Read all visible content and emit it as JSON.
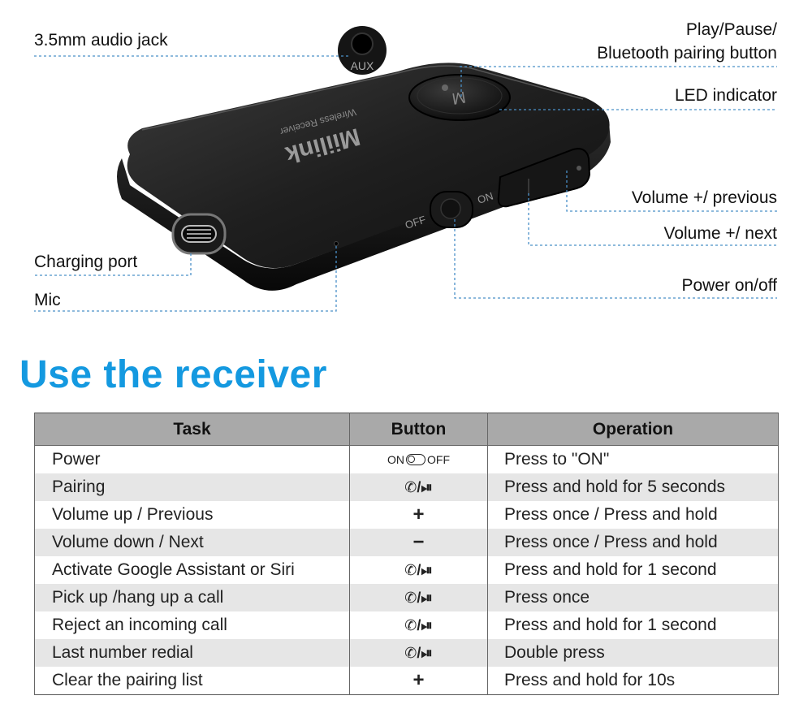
{
  "callouts": {
    "audio_jack": "3.5mm audio jack",
    "play_pause_line1": "Play/Pause/",
    "play_pause_line2": "Bluetooth pairing button",
    "led": "LED indicator",
    "volume_previous": "Volume +/ previous",
    "volume_next": "Volume +/ next",
    "charging_port": "Charging port",
    "mic": "Mic",
    "power": "Power on/off"
  },
  "device": {
    "brand": "Miilink",
    "subtitle": "Wireless Receiver",
    "aux_label": "AUX",
    "off_label": "OFF",
    "on_label": "ON",
    "button_mark": "M"
  },
  "section_title": "Use the receiver",
  "table": {
    "headers": [
      "Task",
      "Button",
      "Operation"
    ],
    "button_text": {
      "on": "ON",
      "off": "OFF",
      "plus": "+",
      "minus": "−",
      "call": "✆/⏯"
    },
    "rows": [
      {
        "task": "Power",
        "button": "onoff",
        "operation": "Press to \"ON\""
      },
      {
        "task": "Pairing",
        "button": "call",
        "operation": "Press and hold for 5 seconds"
      },
      {
        "task": "Volume up / Previous",
        "button": "plus",
        "operation": "Press once / Press and hold"
      },
      {
        "task": "Volume down / Next",
        "button": "minus",
        "operation": "Press once / Press and hold"
      },
      {
        "task": "Activate Google Assistant or Siri",
        "button": "call",
        "operation": "Press and hold for 1 second"
      },
      {
        "task": "Pick up /hang up a call",
        "button": "call",
        "operation": "Press once"
      },
      {
        "task": "Reject an incoming call",
        "button": "call",
        "operation": "Press and hold for 1 second"
      },
      {
        "task": "Last number redial",
        "button": "call",
        "operation": "Double press"
      },
      {
        "task": "Clear the pairing list",
        "button": "plus",
        "operation": "Press and hold for 10s"
      }
    ]
  },
  "colors": {
    "accent": "#1499e0",
    "header_bg": "#a9a9a9",
    "row_alt": "#e6e6e6",
    "leader_line": "#4a90c8"
  }
}
